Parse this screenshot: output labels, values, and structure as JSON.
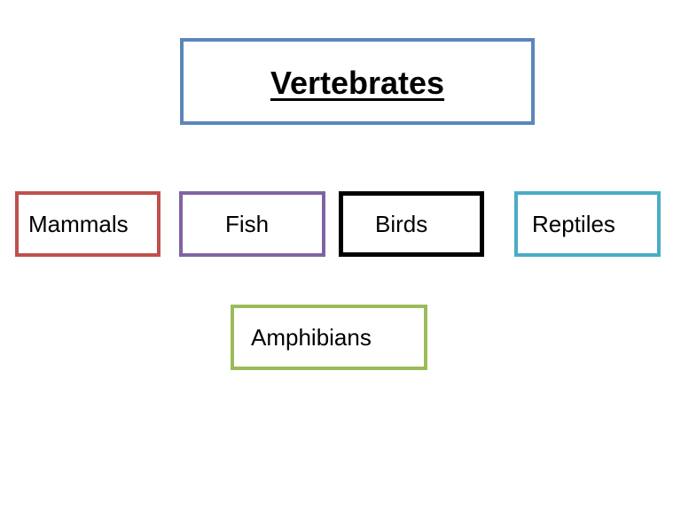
{
  "diagram": {
    "title": "Vertebrates",
    "nodes": [
      {
        "label": "Mammals",
        "border_color": "#c0504d"
      },
      {
        "label": "Fish",
        "border_color": "#8064a2"
      },
      {
        "label": "Birds",
        "border_color": "#000000"
      },
      {
        "label": "Reptiles",
        "border_color": "#4bacc6"
      },
      {
        "label": "Amphibians",
        "border_color": "#9bbb59"
      }
    ],
    "title_border_color": "#5b86ba"
  }
}
